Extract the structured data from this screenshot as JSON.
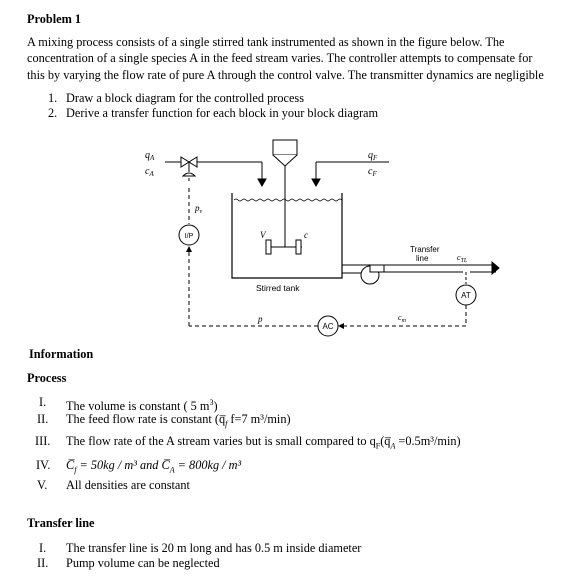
{
  "problem": {
    "title": "Problem 1",
    "intro": "A mixing process consists of a single stirred tank instrumented as shown in the figure below. The concentration of a single species A in the feed stream varies. The controller attempts to compensate for this by varying the flow rate of pure A through the control valve. The transmitter dynamics are negligible",
    "tasks": [
      {
        "num": "1.",
        "text": "Draw a block diagram for the controlled process"
      },
      {
        "num": "2.",
        "text": "Derive a transfer function for each block in your block diagram"
      }
    ]
  },
  "figure": {
    "qA": "q",
    "qA_sub": "A",
    "cA": "c",
    "cA_sub": "A",
    "qF": "q",
    "qF_sub": "F",
    "cF": "c",
    "cF_sub": "F",
    "pv": "p",
    "pv_sub": "v",
    "ip": "I/P",
    "V": "V",
    "c": "c",
    "transfer_line": [
      "Transfer",
      "line"
    ],
    "cTL": "c",
    "cTL_sub": "TL",
    "AT": "AT",
    "stirred_tank": "Stirred tank",
    "p": "p",
    "AC": "AC",
    "cm": "c",
    "cm_sub": "m"
  },
  "information": {
    "heading": "Information",
    "process_heading": "Process",
    "items": [
      {
        "num": "I.",
        "text": "The volume is constant ( 5 m",
        "sup": "3",
        "tail": ")"
      },
      {
        "num": "II.",
        "text": "The feed flow rate is constant (q̅",
        "sub": "f",
        "tail": " f=7 m³/min)"
      },
      {
        "num": "III.",
        "text": "The flow rate of the A stream varies but is small compared to q",
        "sub": "F",
        "tail": "(q̅",
        "sub2": "A",
        "tail2": " =0.5m³/min)"
      },
      {
        "num": "IV.",
        "text": "C̅",
        "sub": "f",
        "tail": " = 50kg / m³ and C̅",
        "sub2": "A",
        "tail2": " = 800kg / m³"
      },
      {
        "num": "V.",
        "text": "All densities are constant"
      }
    ]
  },
  "transfer": {
    "heading": "Transfer line",
    "items": [
      {
        "num": "I.",
        "text": "The transfer line is 20 m long and has 0.5 m inside diameter"
      },
      {
        "num": "II.",
        "text": "Pump volume can be neglected"
      }
    ]
  }
}
